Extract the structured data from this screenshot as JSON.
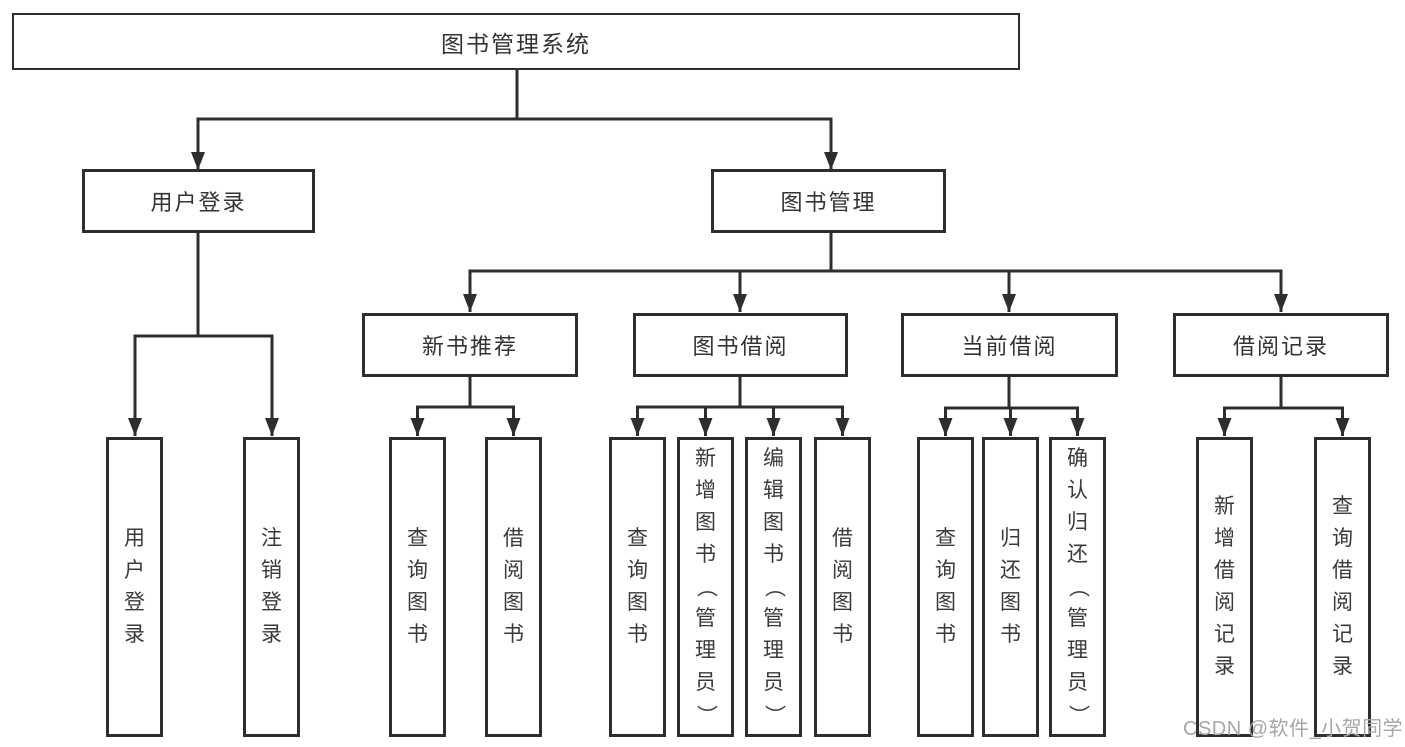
{
  "diagram": {
    "type": "hierarchy",
    "colors": {
      "line": "#2e2e2e",
      "box_fill": "#ffffff",
      "text": "#333333",
      "background": "#ffffff",
      "watermark": "#a7a7ab"
    },
    "tree": {
      "label": "图书管理系统",
      "children": [
        {
          "label": "用户登录",
          "children": [
            {
              "label": "用户登录"
            },
            {
              "label": "注销登录"
            }
          ]
        },
        {
          "label": "图书管理",
          "children": [
            {
              "label": "新书推荐",
              "children": [
                {
                  "label": "查询图书"
                },
                {
                  "label": "借阅图书"
                }
              ]
            },
            {
              "label": "图书借阅",
              "children": [
                {
                  "label": "查询图书"
                },
                {
                  "label": "新增图书（管理员）"
                },
                {
                  "label": "编辑图书（管理员）"
                },
                {
                  "label": "借阅图书"
                }
              ]
            },
            {
              "label": "当前借阅",
              "children": [
                {
                  "label": "查询图书"
                },
                {
                  "label": "归还图书"
                },
                {
                  "label": "确认归还（管理员）"
                }
              ]
            },
            {
              "label": "借阅记录",
              "children": [
                {
                  "label": "新增借阅记录"
                },
                {
                  "label": "查询借阅记录"
                }
              ]
            }
          ]
        }
      ]
    },
    "watermark": {
      "text": "CSDN @软件_小贺同学"
    }
  }
}
